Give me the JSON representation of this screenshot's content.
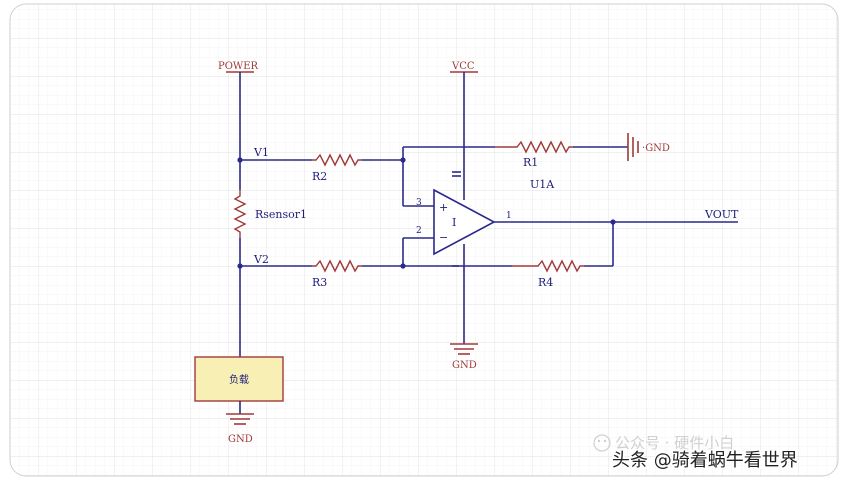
{
  "labels": {
    "power": "POWER",
    "vcc": "VCC",
    "gnd_r1": "GND",
    "gnd_opamp": "GND",
    "gnd_load": "GND",
    "v1": "V1",
    "v2": "V2",
    "r1": "R1",
    "r2": "R2",
    "r3": "R3",
    "r4": "R4",
    "rsensor": "Rsensor1",
    "u1a": "U1A",
    "vout": "VOUT",
    "load": "负载",
    "pin1": "1",
    "pin2": "2",
    "pin3": "3",
    "opamp_id": "I",
    "opamp_plus": "+",
    "opamp_minus": "−"
  },
  "watermark": {
    "faded": "公众号 · 硬件小白",
    "main": "头条 @骑着蜗牛看世界"
  },
  "colors": {
    "wire": "#2a2a8c",
    "component": "#a03a3a",
    "load_fill": "#f7efb4",
    "grid": "#e4e4e4"
  }
}
